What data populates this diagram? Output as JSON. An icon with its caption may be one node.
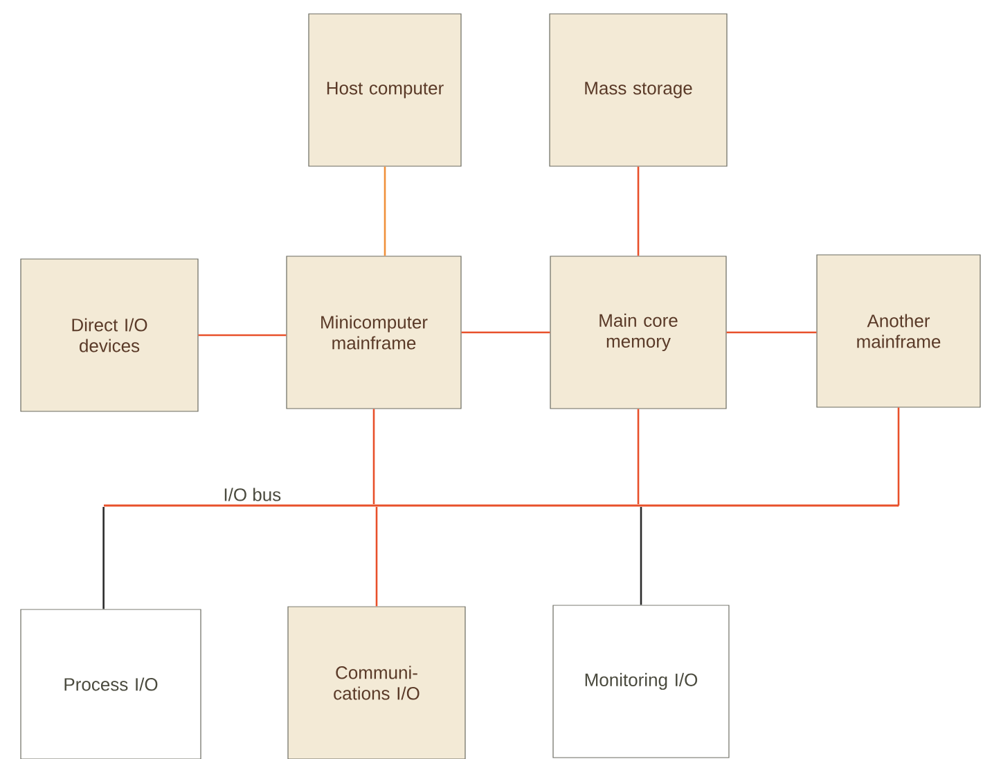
{
  "diagram": {
    "nodes": [
      {
        "text": [
          "Host computer"
        ]
      },
      {
        "text": [
          "Mass storage"
        ]
      },
      {
        "text": [
          "Direct I/O devices"
        ]
      },
      {
        "text": [
          "Minicomputer mainframe"
        ]
      },
      {
        "text": [
          "Main core memory"
        ]
      },
      {
        "text": [
          "Another mainframe"
        ]
      },
      {
        "text": [
          "Process I/O"
        ]
      },
      {
        "text": [
          "Communi- cations I/O"
        ]
      },
      {
        "text": [
          "Monitoring I/O"
        ]
      },
      {
        "text": [
          "I/O bus"
        ]
      }
    ],
    "edges": [
      {
        "from": 0,
        "to": 3,
        "arrow": "none",
        "color": "#f0903a"
      },
      {
        "from": 1,
        "to": 4,
        "arrow": "none"
      },
      {
        "from": 2,
        "to": 3,
        "arrow": "none"
      },
      {
        "from": 3,
        "to": 4,
        "arrow": "none"
      },
      {
        "from": 4,
        "to": 5,
        "arrow": "none"
      },
      {
        "from": 3,
        "to": 9,
        "arrow": "none"
      },
      {
        "from": 4,
        "to": 9,
        "arrow": "none"
      },
      {
        "from": 5,
        "to": 9,
        "arrow": "none"
      },
      {
        "from": 9,
        "to": 6,
        "arrow": "none",
        "color": "#2a2a2a"
      },
      {
        "from": 9,
        "to": 7,
        "arrow": "none"
      },
      {
        "from": 9,
        "to": 8,
        "arrow": "none",
        "color": "#2a2a2a"
      }
    ]
  }
}
